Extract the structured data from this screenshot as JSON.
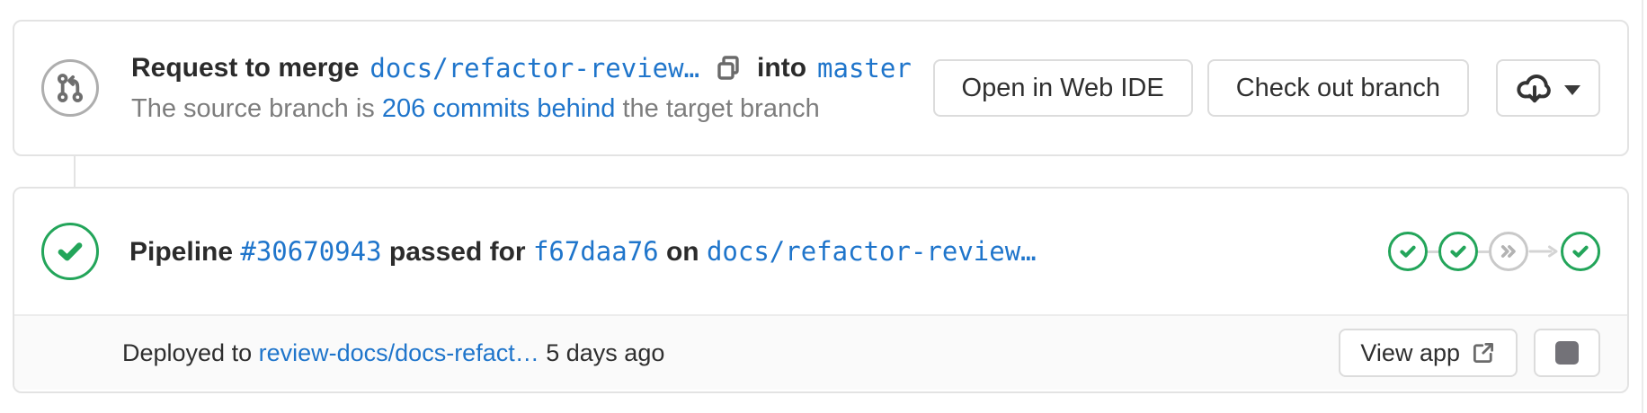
{
  "merge_request": {
    "title_prefix": "Request to merge",
    "source_branch": "docs/refactor-review…",
    "copy_icon": "copy-to-clipboard-icon",
    "into_label": "into",
    "target_branch": "master",
    "subtitle_prefix": "The source branch is",
    "commits_behind_link": "206 commits behind",
    "subtitle_suffix": "the target branch",
    "open_web_ide_label": "Open in Web IDE",
    "checkout_branch_label": "Check out branch",
    "download_icon": "cloud-download-icon"
  },
  "pipeline": {
    "status_icon": "status-passed-icon",
    "label": "Pipeline",
    "id_link": "#30670943",
    "passed_for_label": "passed for",
    "commit_link": "f67daa76",
    "on_label": "on",
    "branch_link": "docs/refactor-review…",
    "mini_graph": {
      "stages": [
        {
          "status": "passed"
        },
        {
          "status": "passed"
        },
        {
          "status": "skipped"
        },
        {
          "status": "passed"
        }
      ],
      "connectors": [
        "line",
        "line",
        "arrow"
      ]
    }
  },
  "deployment": {
    "prefix": "Deployed to",
    "environment_link": "review-docs/docs-refact…",
    "time_ago": "5 days ago",
    "view_app_label": "View app",
    "stop_icon": "stop-environment-icon"
  },
  "colors": {
    "link_blue": "#1f75cb",
    "success_green": "#23a55a",
    "skipped_gray": "#c9c9c9",
    "card_border_gray": "#e3e3e3",
    "deploy_row_background": "#fafafa",
    "stop_icon_gray": "#737278"
  }
}
